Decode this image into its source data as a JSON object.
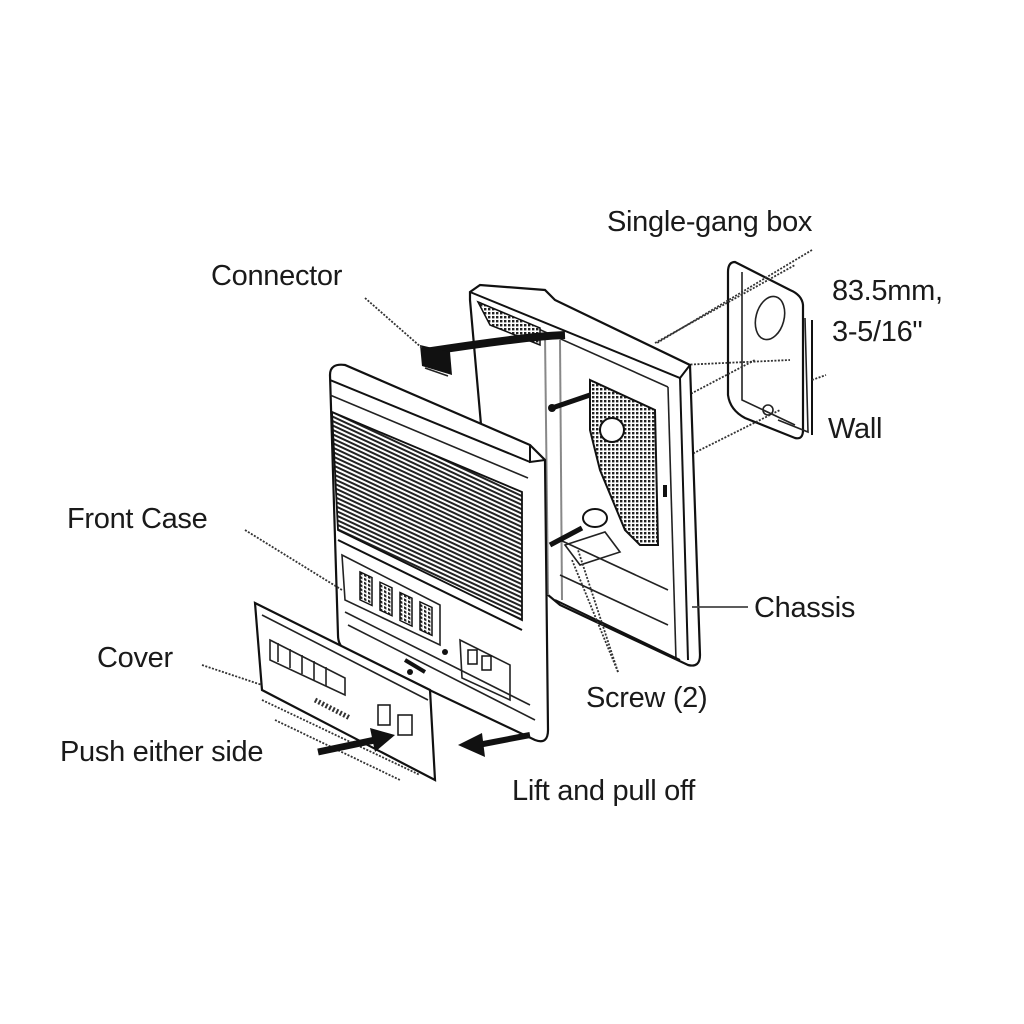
{
  "title": "Front case and cover removal / wall mounting",
  "labels": {
    "single_gang_box": "Single-gang box",
    "dimension_line1": "83.5mm,",
    "dimension_line2": "3-5/16\"",
    "wall": "Wall",
    "connector": "Connector",
    "front_case": "Front Case",
    "cover": "Cover",
    "push_either_side": "Push either side",
    "lift_and_pull_off": "Lift and pull off",
    "screw": "Screw (2)",
    "chassis": "Chassis"
  },
  "colors": {
    "ink": "#111111",
    "background": "#ffffff",
    "hatch": "#333333"
  }
}
